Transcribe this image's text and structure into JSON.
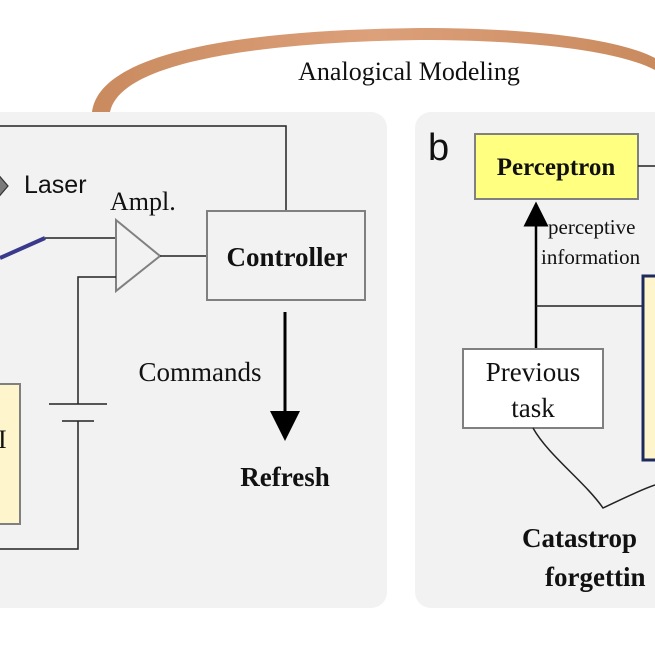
{
  "arc_label": "Analogical Modeling",
  "panel_a": {
    "laser": "Laser",
    "amplifier": "Ampl.",
    "controller": "Controller",
    "commands": "Commands",
    "refresh": "Refresh",
    "partial_box_text": "I"
  },
  "panel_b": {
    "letter": "b",
    "perceptron": "Perceptron",
    "perceptive_line1": "perceptive",
    "perceptive_line2": "information",
    "previous_line1": "Previous",
    "previous_line2": "task",
    "catastrophic_line1": "Catastrop",
    "catastrophic_line2": "forgettin"
  },
  "colors": {
    "panel_bg": "#f2f2f2",
    "arc": "#d4946a",
    "box_border": "#808080",
    "yellow_fill": "#ffff80",
    "cream_fill": "#fff5cc",
    "navy": "#1f2a5c",
    "laser_beam": "#3a3a8c"
  }
}
